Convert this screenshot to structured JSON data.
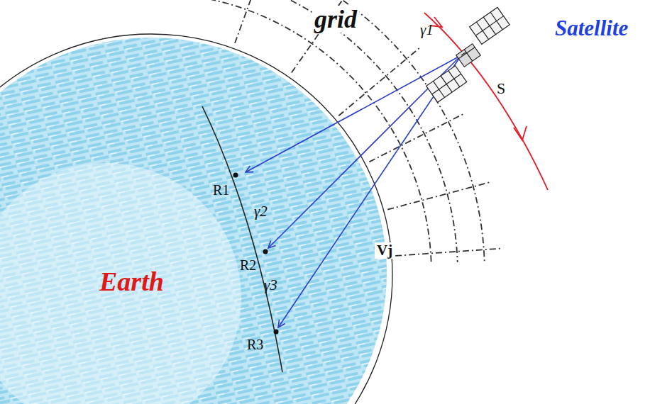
{
  "diagram": {
    "labels": [
      "grid",
      "Satellite",
      "S",
      "R1",
      "R2",
      "R3",
      "Earth",
      "γ1",
      "γ2",
      "γ3",
      "Vj"
    ]
  }
}
